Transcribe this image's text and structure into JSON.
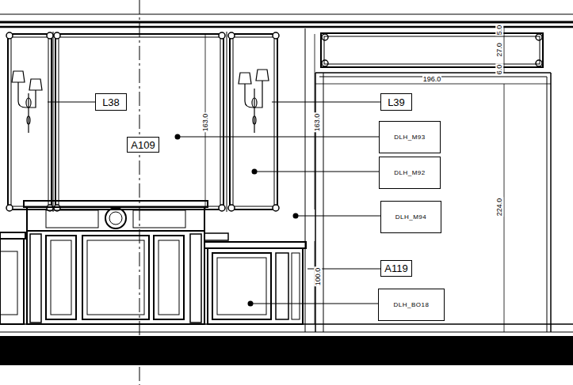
{
  "diagram": {
    "nodes": [
      {
        "text": [
          "L38"
        ]
      },
      {
        "text": [
          "A109"
        ]
      },
      {
        "text": [
          "L39"
        ]
      },
      {
        "text": [
          "DLH_M93"
        ]
      },
      {
        "text": [
          "DLH_M92"
        ]
      },
      {
        "text": [
          "DLH_M94"
        ]
      },
      {
        "text": [
          "A119"
        ]
      },
      {
        "text": [
          "DLH_BO18"
        ]
      }
    ],
    "labels": [
      "163.0",
      "163.0",
      "196.0",
      "224.0",
      "5.0",
      "27.0",
      "6.0",
      "100.0"
    ]
  }
}
